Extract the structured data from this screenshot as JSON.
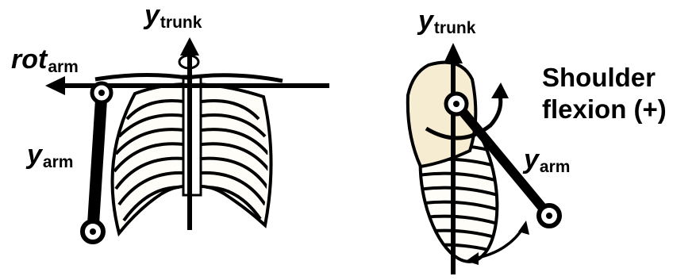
{
  "left_panel": {
    "rot_arm": {
      "symbol": "rot",
      "subscript": "arm"
    },
    "y_trunk": {
      "symbol": "y",
      "subscript": "trunk"
    },
    "y_arm": {
      "symbol": "y",
      "subscript": "arm"
    }
  },
  "right_panel": {
    "y_trunk": {
      "symbol": "y",
      "subscript": "trunk"
    },
    "y_arm": {
      "symbol": "y",
      "subscript": "arm"
    },
    "motion_label_line1": "Shoulder",
    "motion_label_line2": "flexion (+)"
  },
  "colors": {
    "axis": "#000000",
    "bone_fill": "#ffffff",
    "scapula_fill": "#f5ecd2",
    "background": "#ffffff"
  }
}
